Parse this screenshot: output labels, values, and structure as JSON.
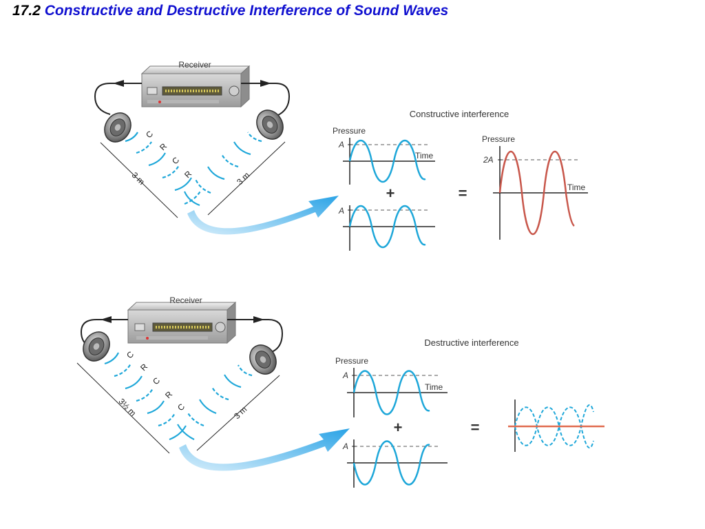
{
  "title": {
    "number": "17.2",
    "text": "Constructive and Destructive Interference of Sound Waves"
  },
  "colors": {
    "wave_blue": "#1ea7d9",
    "resultant_red": "#c8574b",
    "title_blue": "#1010d0",
    "arrow_blue": "#2aa3e6"
  },
  "constructive": {
    "receiver_label": "Receiver",
    "panel_title": "Constructive interference",
    "distance_left": "3 m",
    "distance_right": "3 m",
    "wave_labels": [
      "C",
      "R",
      "C",
      "R"
    ],
    "graph1": {
      "ylabel": "Pressure",
      "amp_label": "A",
      "xlabel": "Time"
    },
    "graph2": {
      "amp_label": "A"
    },
    "result": {
      "ylabel": "Pressure",
      "amp_label": "2A",
      "xlabel": "Time"
    },
    "plus": "+",
    "equals": "="
  },
  "destructive": {
    "receiver_label": "Receiver",
    "panel_title": "Destructive interference",
    "distance_left": "3½ m",
    "distance_right": "3 m",
    "wave_labels": [
      "C",
      "R",
      "C",
      "R",
      "C"
    ],
    "graph1": {
      "ylabel": "Pressure",
      "amp_label": "A",
      "xlabel": "Time"
    },
    "graph2": {
      "amp_label": "A"
    },
    "plus": "+",
    "equals": "="
  }
}
